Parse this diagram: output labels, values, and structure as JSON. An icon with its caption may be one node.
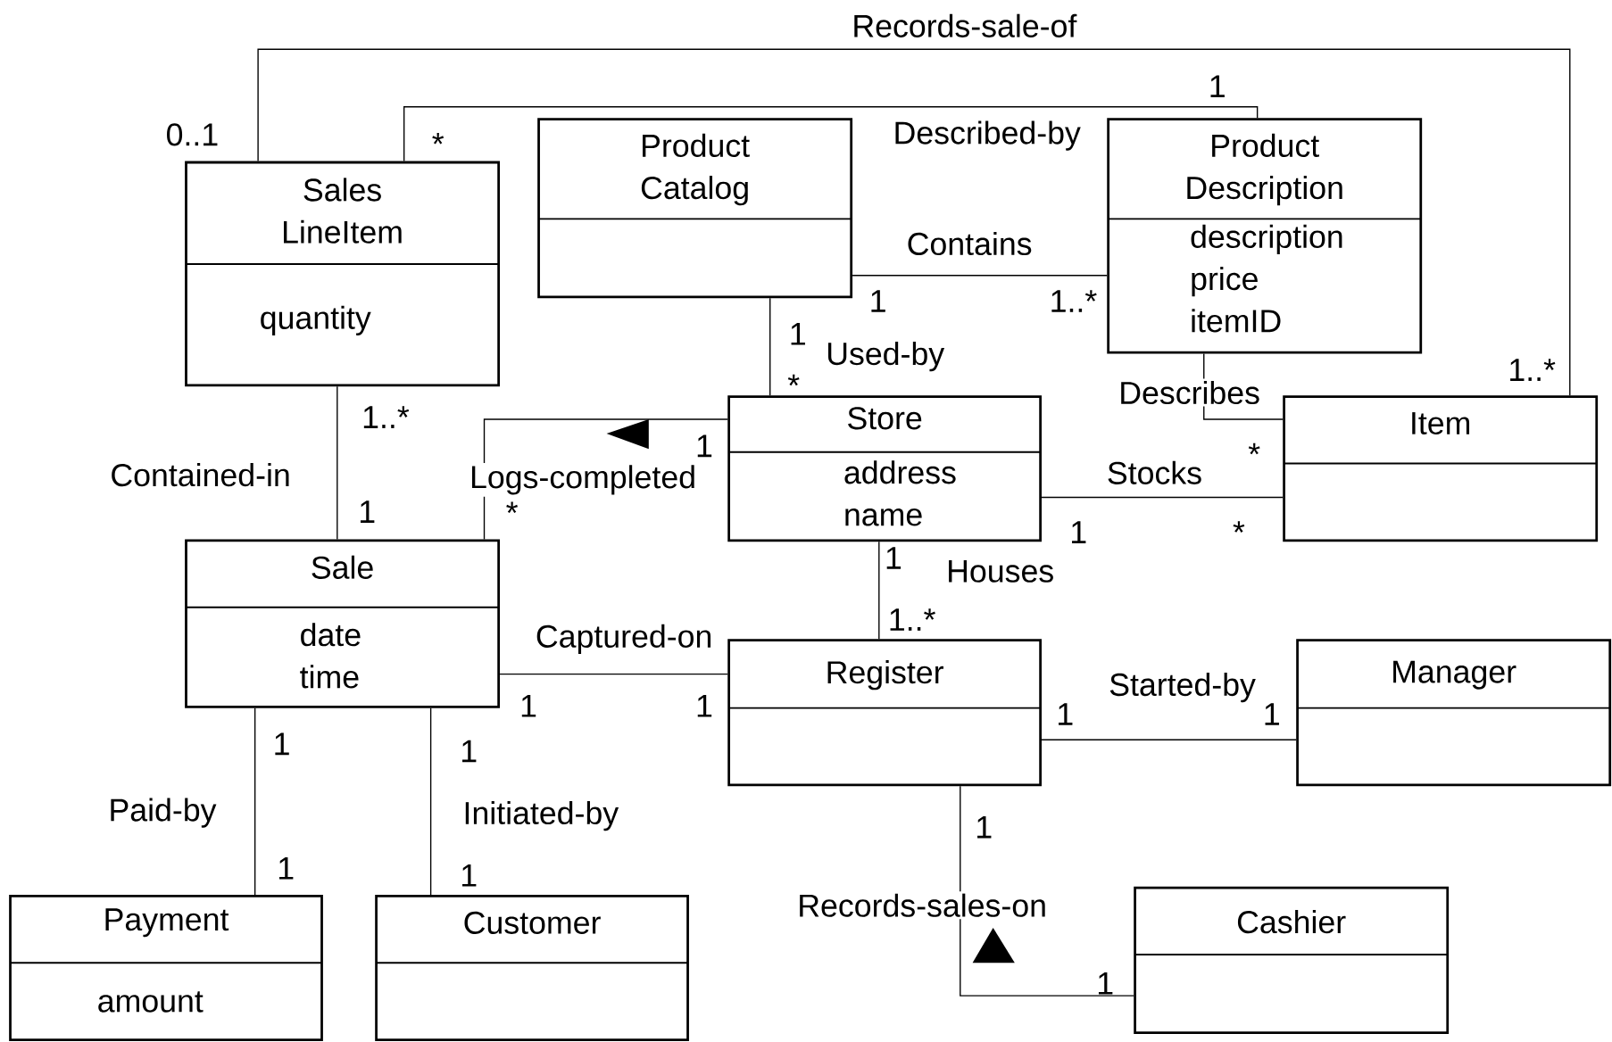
{
  "diagram": {
    "nodes": [
      {
        "text": [
          "Sales LineItem",
          "quantity"
        ]
      },
      {
        "text": [
          "Product Catalog"
        ]
      },
      {
        "text": [
          "Product Description",
          "description price itemID"
        ]
      },
      {
        "text": [
          "Store",
          "address name"
        ]
      },
      {
        "text": [
          "Item"
        ]
      },
      {
        "text": [
          "Sale",
          "date time"
        ]
      },
      {
        "text": [
          "Register"
        ]
      },
      {
        "text": [
          "Manager"
        ]
      },
      {
        "text": [
          "Payment",
          "amount"
        ]
      },
      {
        "text": [
          "Customer"
        ]
      },
      {
        "text": [
          "Cashier"
        ]
      }
    ],
    "edges": [
      {
        "from": 0,
        "to": 4,
        "arrow": "none",
        "label": "Records-sale-of"
      },
      {
        "from": 0,
        "to": 2,
        "arrow": "none",
        "label": "Described-by"
      },
      {
        "from": 1,
        "to": 2,
        "arrow": "none",
        "label": "Contains"
      },
      {
        "from": 1,
        "to": 3,
        "arrow": "none",
        "label": "Used-by"
      },
      {
        "from": 2,
        "to": 4,
        "arrow": "none",
        "label": "Describes"
      },
      {
        "from": 3,
        "to": 5,
        "arrow": "none",
        "label": "Logs-completed"
      },
      {
        "from": 3,
        "to": 4,
        "arrow": "none",
        "label": "Stocks"
      },
      {
        "from": 0,
        "to": 5,
        "arrow": "none",
        "label": "Contained-in"
      },
      {
        "from": 3,
        "to": 6,
        "arrow": "none",
        "label": "Houses"
      },
      {
        "from": 5,
        "to": 6,
        "arrow": "none",
        "label": "Captured-on"
      },
      {
        "from": 6,
        "to": 7,
        "arrow": "none",
        "label": "Started-by"
      },
      {
        "from": 5,
        "to": 8,
        "arrow": "none",
        "label": "Paid-by"
      },
      {
        "from": 5,
        "to": 9,
        "arrow": "none",
        "label": "Initiated-by"
      },
      {
        "from": 6,
        "to": 10,
        "arrow": "none",
        "label": "Records-sales-on"
      }
    ],
    "labels": [
      "1",
      "0..1",
      "*",
      "1",
      "1..*",
      "1",
      "1..*",
      "*",
      "1..*",
      "1",
      "*",
      "1",
      "*",
      "1",
      "*",
      "1",
      "1..*",
      "1",
      "1",
      "1",
      "1",
      "1",
      "1",
      "1",
      "1",
      "1",
      "1"
    ]
  }
}
